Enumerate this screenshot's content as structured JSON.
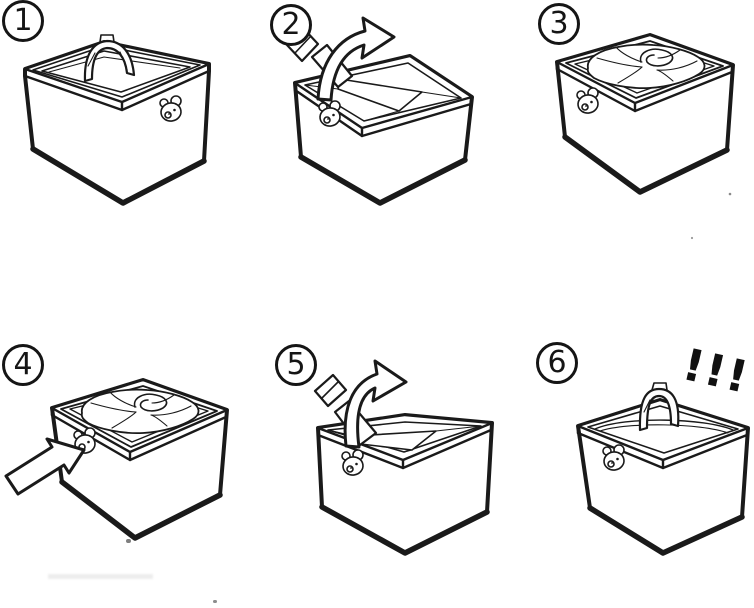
{
  "colors": {
    "background": "#ffffff",
    "line": "#1a1a1a"
  },
  "steps": [
    {
      "number": "1",
      "illustration": "open-box-with-stowed-handle"
    },
    {
      "number": "2",
      "illustration": "winding-crank-with-rotation-arrow"
    },
    {
      "number": "3",
      "illustration": "closed-box-with-rose-lid"
    },
    {
      "number": "4",
      "illustration": "rose-lid-box-with-arrow-pressing-side-clasp"
    },
    {
      "number": "5",
      "illustration": "winding-crank-with-rotation-arrow"
    },
    {
      "number": "6",
      "illustration": "box-with-raised-handle-alert"
    }
  ],
  "annotations": {
    "exclamation": "!!!"
  }
}
